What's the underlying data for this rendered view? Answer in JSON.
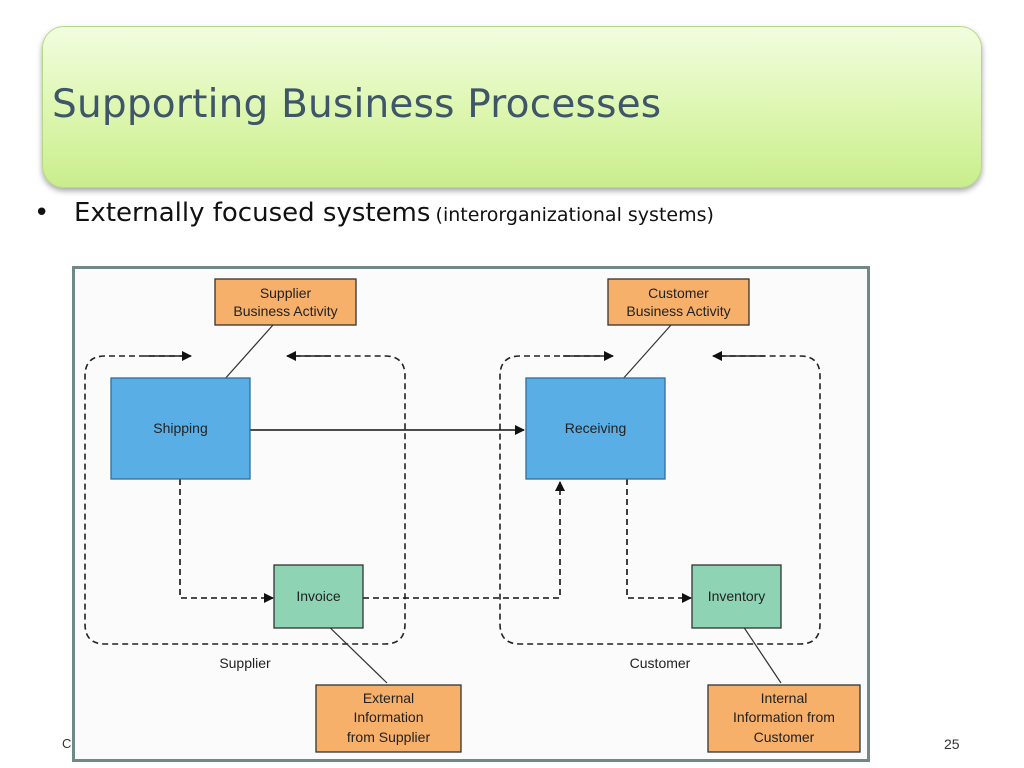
{
  "slide": {
    "title": "Supporting Business Processes",
    "bullet_main": "Externally focused systems",
    "bullet_sub": "(interorganizational systems)",
    "footer_left": "Co",
    "page_number": "25"
  },
  "diagram": {
    "nodes": {
      "shipping": "Shipping",
      "receiving": "Receiving",
      "invoice": "Invoice",
      "inventory": "Inventory",
      "supplier_activity": [
        "Supplier",
        "Business Activity"
      ],
      "customer_activity": [
        "Customer",
        "Business Activity"
      ],
      "external_info": [
        "External",
        "Information",
        "from Supplier"
      ],
      "internal_info": [
        "Internal",
        "Information from",
        "Customer"
      ]
    },
    "groups": {
      "supplier": "Supplier",
      "customer": "Customer"
    },
    "colors": {
      "process_fill": "#5aaee6",
      "document_fill": "#8ed3b4",
      "note_fill": "#f7b06a"
    }
  }
}
